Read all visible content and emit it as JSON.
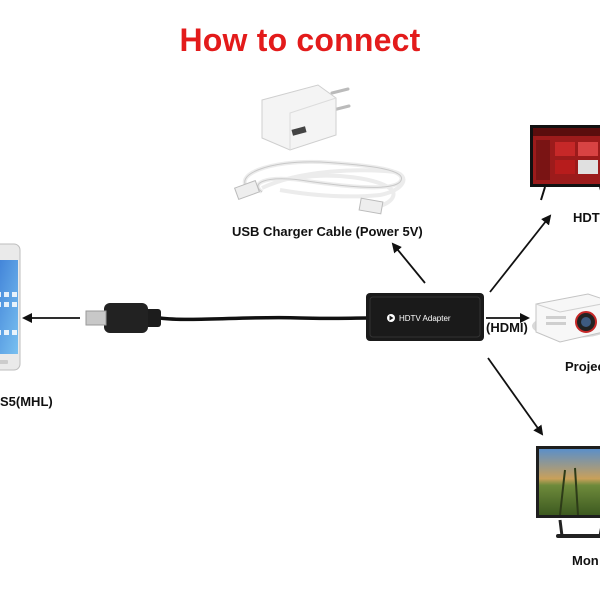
{
  "title": "How to connect",
  "colors": {
    "title": "#e31b1b",
    "cable": "#111111",
    "adapter": "#1a1a1a"
  },
  "adapter": {
    "label": "HDTV Adapter"
  },
  "labels": {
    "charger": "USB Charger Cable (Power 5V)",
    "hdmi": "(HDMI)",
    "hdtv": "HDT",
    "projector": "Projec",
    "monitor": "Mon",
    "phone": "S5(MHL)"
  },
  "icons": {
    "charger": "usb-wall-charger-icon",
    "cable": "usb-cable-icon",
    "phone": "smartphone-icon",
    "tv": "hdtv-icon",
    "projector": "projector-icon",
    "monitor": "monitor-icon"
  }
}
